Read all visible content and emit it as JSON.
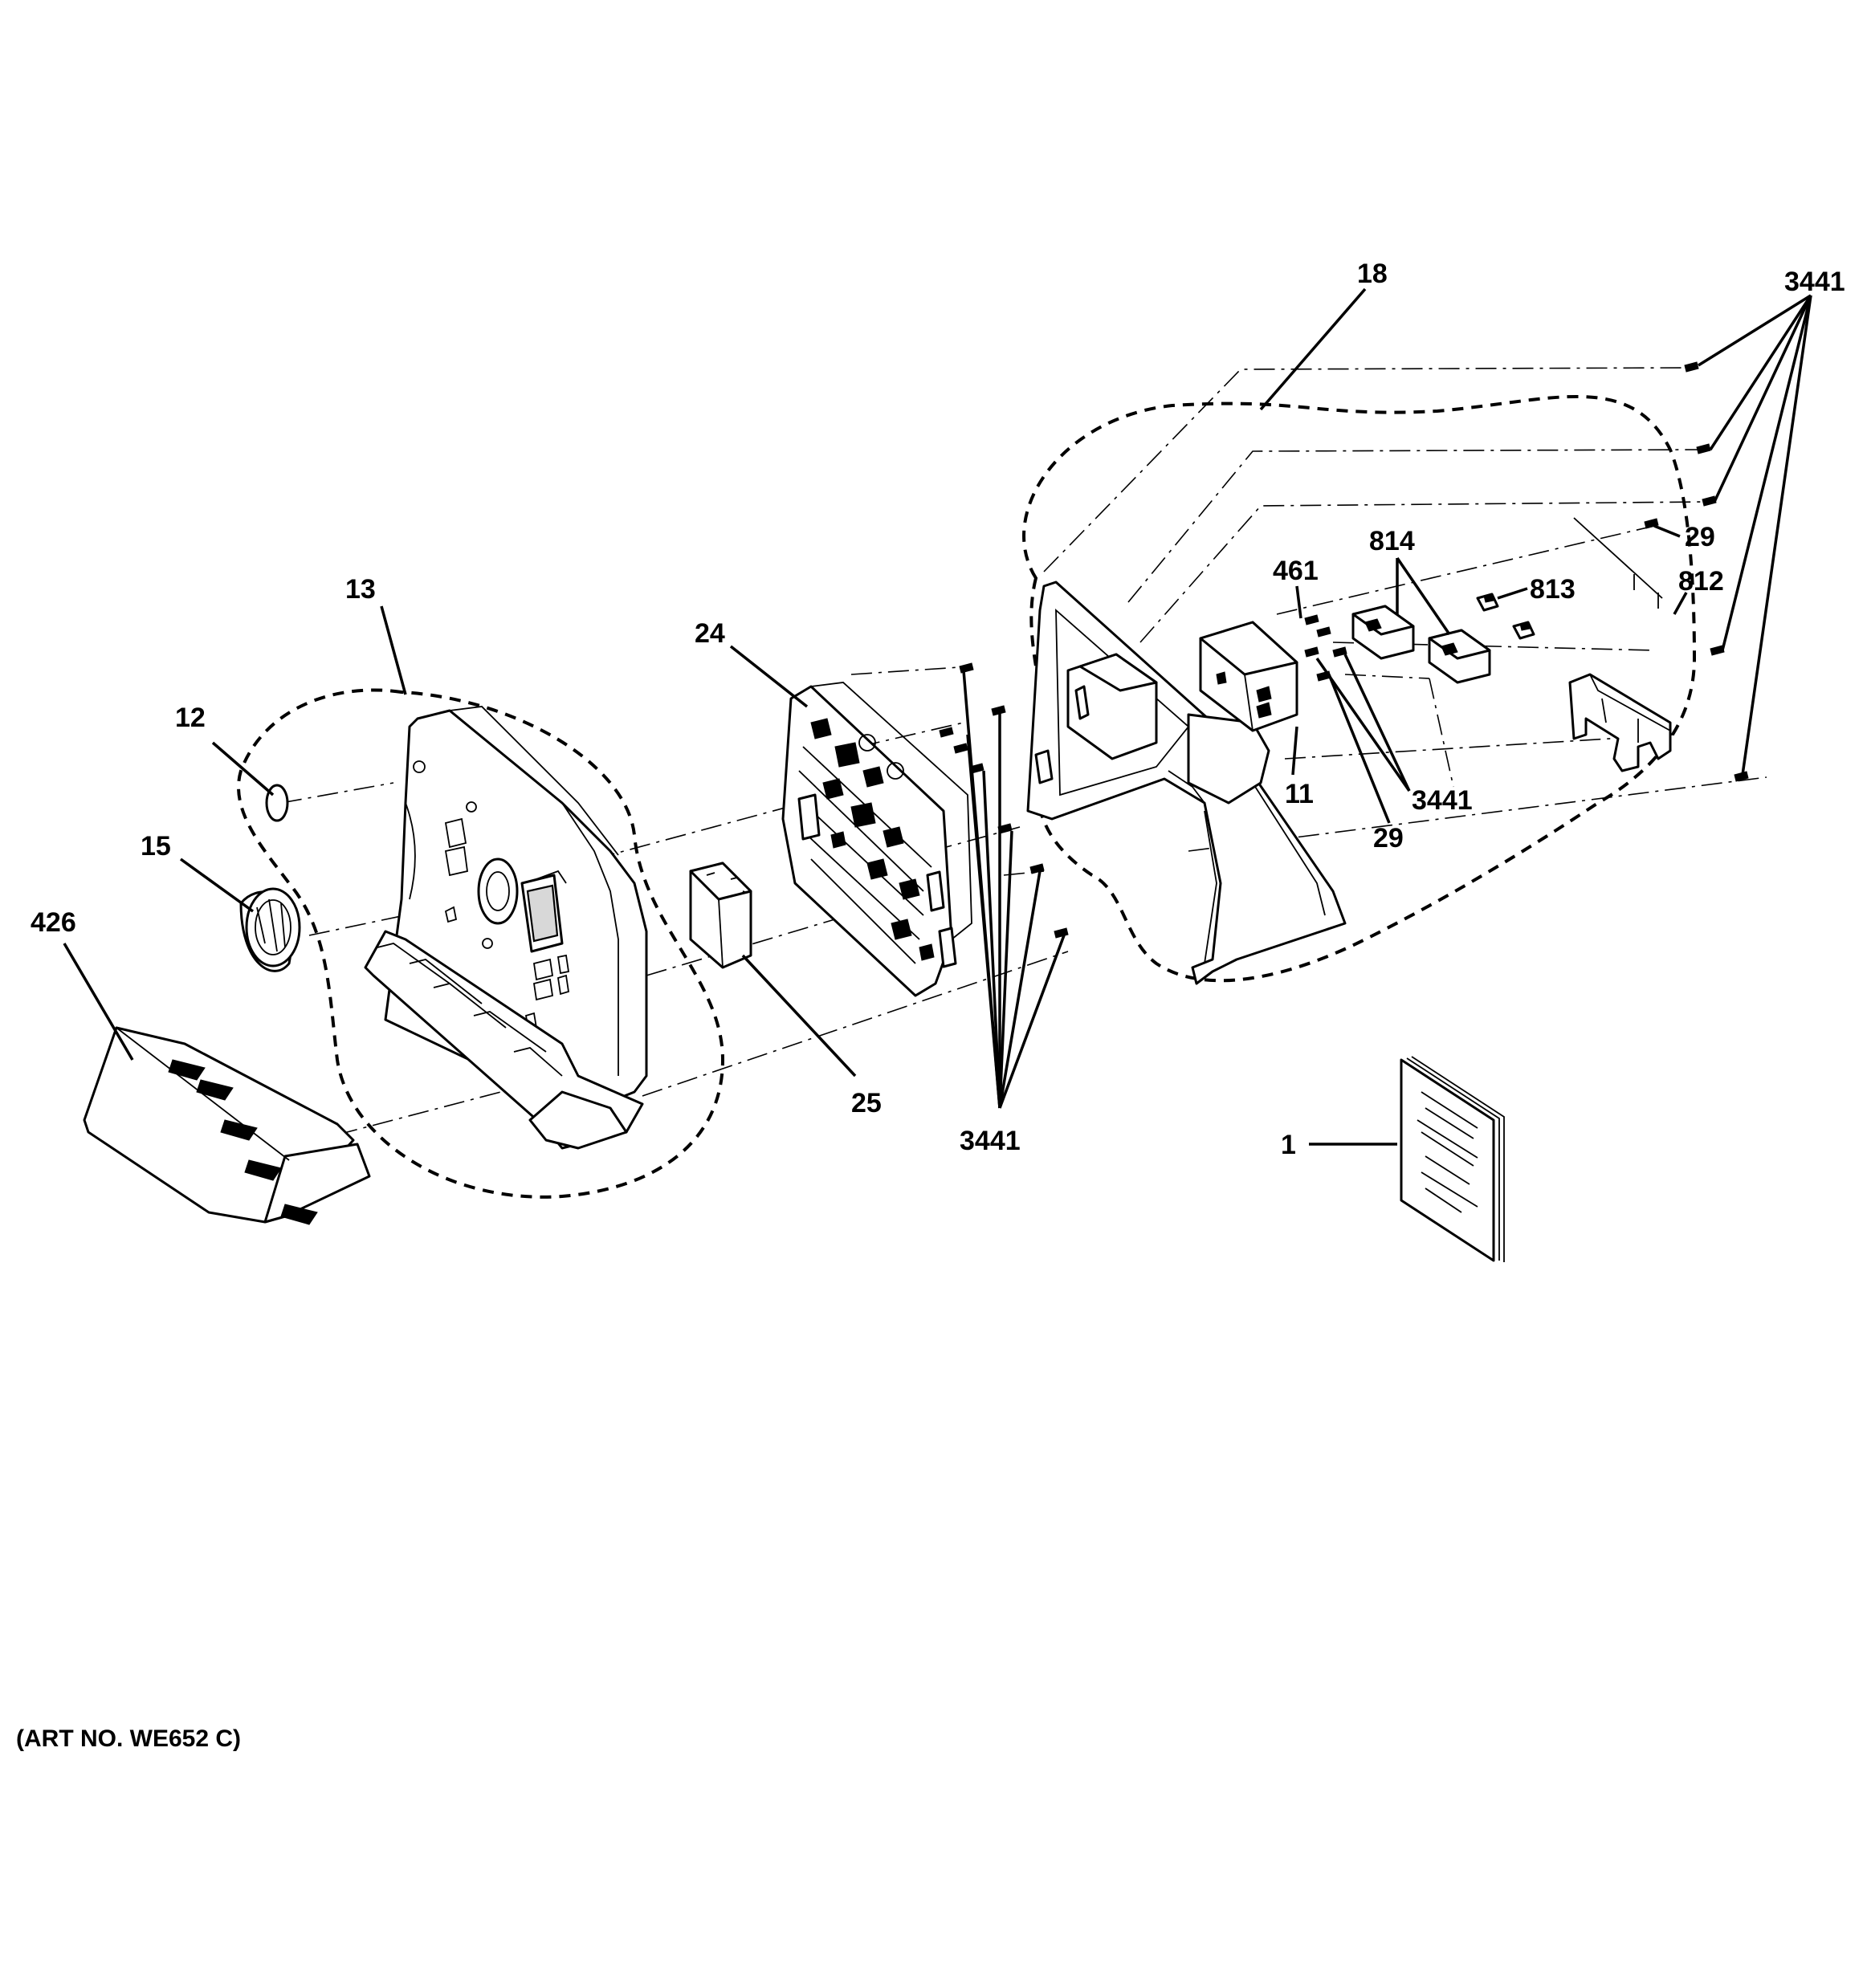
{
  "diagram": {
    "art_number": "(ART NO. WE652 C)",
    "callouts": {
      "c1": "1",
      "c11": "11",
      "c12": "12",
      "c13": "13",
      "c15": "15",
      "c18": "18",
      "c24": "24",
      "c25": "25",
      "c29a": "29",
      "c29b": "29",
      "c426": "426",
      "c461": "461",
      "c812": "812",
      "c813": "813",
      "c814": "814",
      "c3441a": "3441",
      "c3441b": "3441",
      "c3441c": "3441"
    },
    "parts": [
      "control-panel-assembly",
      "decal",
      "knob",
      "button-bar",
      "control-board",
      "module",
      "backsplash-assembly",
      "bracket",
      "connector",
      "harness-clip",
      "screw",
      "literature-packet"
    ]
  }
}
